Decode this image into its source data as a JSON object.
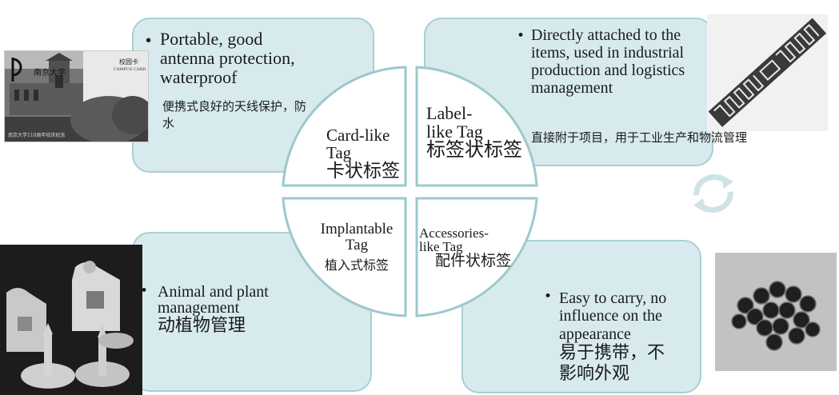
{
  "quadrants": {
    "top_left": {
      "label_en": "Card-like Tag",
      "label_zh": "卡状标签",
      "description_en": "Portable, good antenna protection, waterproof",
      "description_zh": "便携式良好的天线保护，防水"
    },
    "top_right": {
      "label_en": "Label-like Tag",
      "label_zh": "标签状标签",
      "description_en": "Directly attached to the items, used in industrial production and logistics management",
      "description_zh": "直接附于项目，用于工业生产和物流管理"
    },
    "bottom_left": {
      "label_en": "Implantable Tag",
      "label_zh": "植入式标签",
      "description_en": "Animal and plant management",
      "description_zh": "动植物管理"
    },
    "bottom_right": {
      "label_en": "Accessories-like Tag",
      "label_zh": "配件状标签",
      "description_en": "Easy to carry, no influence on the appearance",
      "description_zh": "易于携带，不影响外观"
    }
  },
  "card_photo": {
    "brand_text": "南京大学",
    "card_type": "校园卡",
    "card_type_en": "CAMPUS CARD",
    "footer_text": "南京大学110周年校庆纪念"
  },
  "cycle_icon": "refresh-icon",
  "colors": {
    "panel_fill": "#d7ebee",
    "panel_border": "#a9cfd3",
    "circle_fill": "#ffffff",
    "circle_border": "#9cc8cc"
  }
}
